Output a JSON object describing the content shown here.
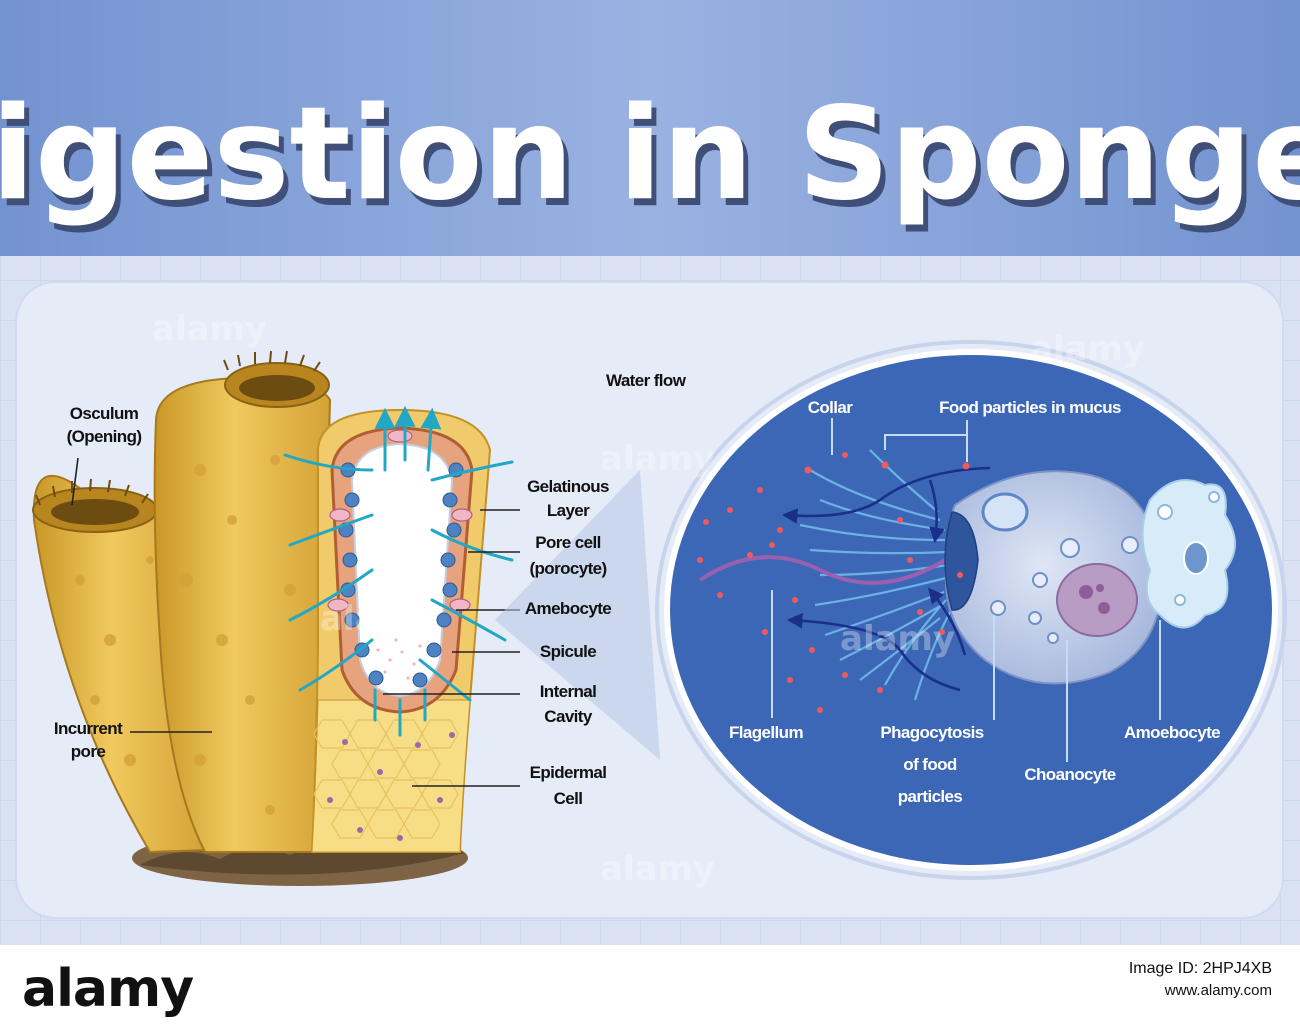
{
  "title": "Digestion in Sponges",
  "sponge_labels": {
    "osculum_line1": "Osculum",
    "osculum_line2": "(Opening)",
    "incurrent_line1": "Incurrent",
    "incurrent_line2": "pore",
    "water_flow": "Water flow",
    "gelatinous_line1": "Gelatinous",
    "gelatinous_line2": "Layer",
    "pore_cell_line1": "Pore cell",
    "pore_cell_line2": "(porocyte)",
    "amebocyte": "Amebocyte",
    "spicule": "Spicule",
    "internal_line1": "Internal",
    "internal_line2": "Cavity",
    "epidermal_line1": "Epidermal",
    "epidermal_line2": "Cell"
  },
  "cell_labels": {
    "collar": "Collar",
    "food_particles": "Food particles in mucus",
    "flagellum": "Flagellum",
    "phago_line1": "Phagocytosis",
    "phago_line2": "of food",
    "phago_line3": "particles",
    "choanocyte": "Choanocyte",
    "amoebocyte": "Amoebocyte"
  },
  "watermark": "alamy",
  "footer": {
    "logo": "alamy",
    "image_id": "Image ID: 2HPJ4XB",
    "url": "www.alamy.com"
  },
  "colors": {
    "banner": "#7f9ed6",
    "grid_background": "#d9e1f2",
    "panel": "#e5ebf7",
    "cell_circle": "#3c67b6",
    "sponge_yellow": "#e9bd4f",
    "water_arrow": "#22a7c4"
  }
}
